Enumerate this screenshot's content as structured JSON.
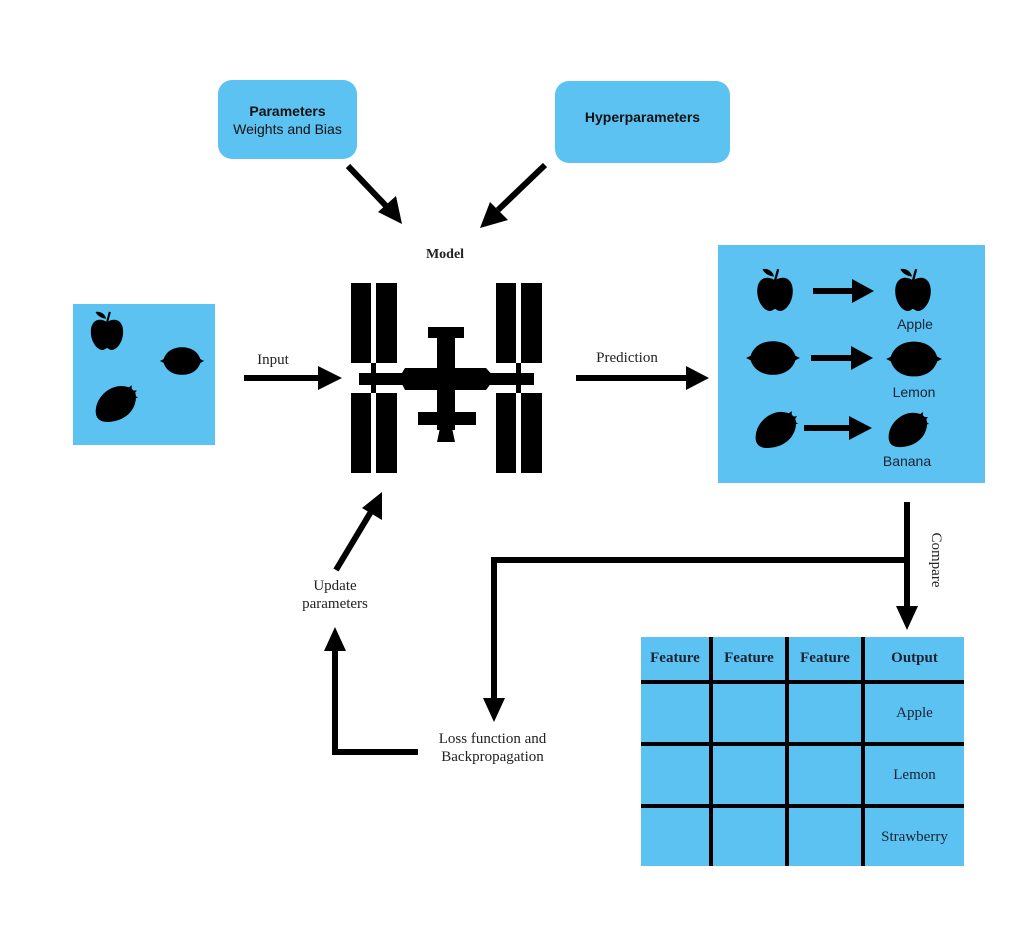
{
  "top_boxes": {
    "parameters": {
      "title": "Parameters",
      "subtitle": "Weights and Bias"
    },
    "hyperparameters": {
      "title": "Hyperparameters"
    }
  },
  "model": {
    "label": "Model",
    "icon": "space-station-icon"
  },
  "input": {
    "label": "Input",
    "fruits": [
      "apple-icon",
      "lemon-icon",
      "strawberry-icon"
    ]
  },
  "prediction": {
    "label": "Prediction",
    "rows": [
      {
        "from_icon": "apple-icon",
        "to_icon": "apple-icon",
        "label": "Apple"
      },
      {
        "from_icon": "lemon-icon",
        "to_icon": "lemon-icon",
        "label": "Lemon"
      },
      {
        "from_icon": "strawberry-icon",
        "to_icon": "strawberry-icon",
        "label": "Banana"
      }
    ]
  },
  "compare": {
    "label": "Compare"
  },
  "loss": {
    "line1": "Loss function and",
    "line2": "Backpropagation"
  },
  "update": {
    "line1": "Update",
    "line2": "parameters"
  },
  "table": {
    "headers": [
      "Feature",
      "Feature",
      "Feature",
      "Output"
    ],
    "rows": [
      [
        "",
        "",
        "",
        "Apple"
      ],
      [
        "",
        "",
        "",
        "Lemon"
      ],
      [
        "",
        "",
        "",
        "Strawberry"
      ]
    ]
  },
  "colors": {
    "box_fill": "#5bc2f2",
    "stroke": "#000000"
  }
}
